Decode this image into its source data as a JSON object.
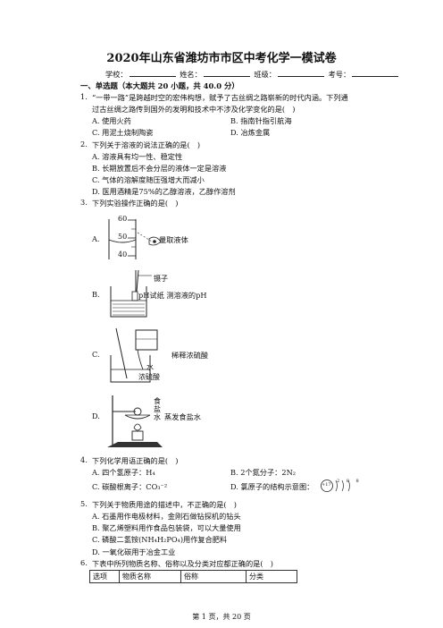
{
  "title": "2020年山东省潍坊市市区中考化学一模试卷",
  "info": {
    "school": "学校：",
    "name": "姓名：",
    "class": "班级：",
    "exam_no": "考号："
  },
  "section1": "一、单选题（本大题共 20 小题，共 40.0 分）",
  "q1": {
    "num": "1.",
    "line1": "“一带一路”是跨越时空的宏伟构想，赋予了古丝绸之路崭新的时代内涵。下列通",
    "line2": "过古丝绸之路传到国外的发明和技术中不涉及化学变化的是(　)",
    "a": "A. 使用火药",
    "b": "B. 指南针指引航海",
    "c": "C. 用泥土烧制陶瓷",
    "d": "D. 冶炼金属"
  },
  "q2": {
    "num": "2.",
    "stem": "下列关于溶液的说法正确的是(　)",
    "a": "A. 溶液具有均一性、稳定性",
    "b": "B. 长期放置后不会分层的液体一定是溶液",
    "c": "C. 气体的溶解度随压强增大而减小",
    "d": "D. 医用酒精是75%的乙醇溶液，乙醇作溶剂"
  },
  "q3": {
    "num": "3.",
    "stem": "下列实验操作正确的是(　)",
    "a_letter": "A.",
    "a_label": "量取液体",
    "a_ticks": [
      "60",
      "50",
      "40"
    ],
    "b_letter": "B.",
    "b_top": "镊子",
    "b_label": "pH试纸 测溶液的pH",
    "c_letter": "C.",
    "c_label": "稀释浓硫酸",
    "c_water": "水",
    "c_acid": "浓硫酸",
    "d_letter": "D.",
    "d_label": "蒸发食盐水",
    "d_salt": "食盐水"
  },
  "q4": {
    "num": "4.",
    "stem": "下列化学用语正确的是(　)",
    "a": "A. 四个氢原子：H₄",
    "b": "B. 2个氮分子：2N₂",
    "c": "C. 碳酸根离子：CO₃⁻²",
    "d": "D. 氯原子的结构示意图：",
    "d_nucleus": "+17",
    "d_shells": "2 8 8"
  },
  "q5": {
    "num": "5.",
    "stem": "下列关于物质用途的描述中，不正确的是(　)",
    "a": "A. 石墨用作电极材料，金刚石做钻探机的钻头",
    "b": "B. 聚乙烯塑料用作食品包装袋，可以大量使用",
    "c": "C. 磷酸二氢铵(NH₄H₂PO₄)用作复合肥料",
    "d": "D. 一氧化碳用于冶金工业"
  },
  "q6": {
    "num": "6.",
    "stem": "下表中所列物质名称、俗称以及分类对应都正确的是(　)",
    "headers": [
      "选项",
      "物质名称",
      "俗称",
      "分类"
    ]
  },
  "footer": "第 1 页，共 20 页"
}
